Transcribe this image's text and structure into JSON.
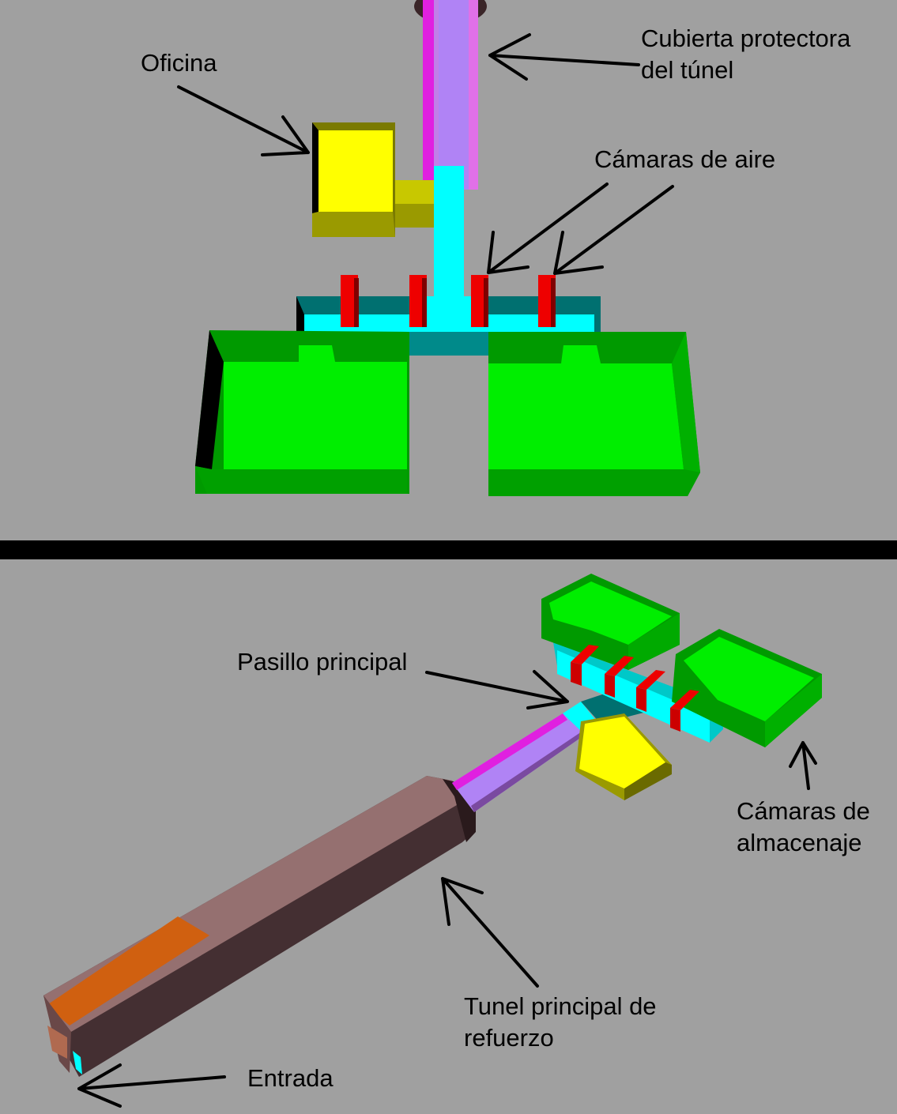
{
  "top_view": {
    "labels": {
      "office": "Oficina",
      "tunnel_cover_line1": "Cubierta protectora",
      "tunnel_cover_line2": "del túnel",
      "air_chambers": "Cámaras de aire"
    }
  },
  "bottom_view": {
    "labels": {
      "main_corridor": "Pasillo principal",
      "storage_line1": "Cámaras de",
      "storage_line2": "almacenaje",
      "main_tunnel_line1": "Tunel principal de",
      "main_tunnel_line2": "refuerzo",
      "entrance": "Entrada"
    }
  },
  "colors": {
    "background": "#a0a0a0",
    "divider": "#000000",
    "storage_green": "#00ee00",
    "storage_green_dark": "#009a00",
    "corridor_cyan": "#00ffff",
    "corridor_teal": "#007070",
    "airlock_red": "#ee0000",
    "office_yellow": "#ffff00",
    "office_olive": "#9a9a00",
    "tunnel_cover_purple": "#b083f5",
    "tunnel_cover_magenta": "#e020e0",
    "main_tunnel_brown": "#442f32",
    "main_tunnel_pink": "#957070",
    "entrance_orange": "#d06010"
  }
}
